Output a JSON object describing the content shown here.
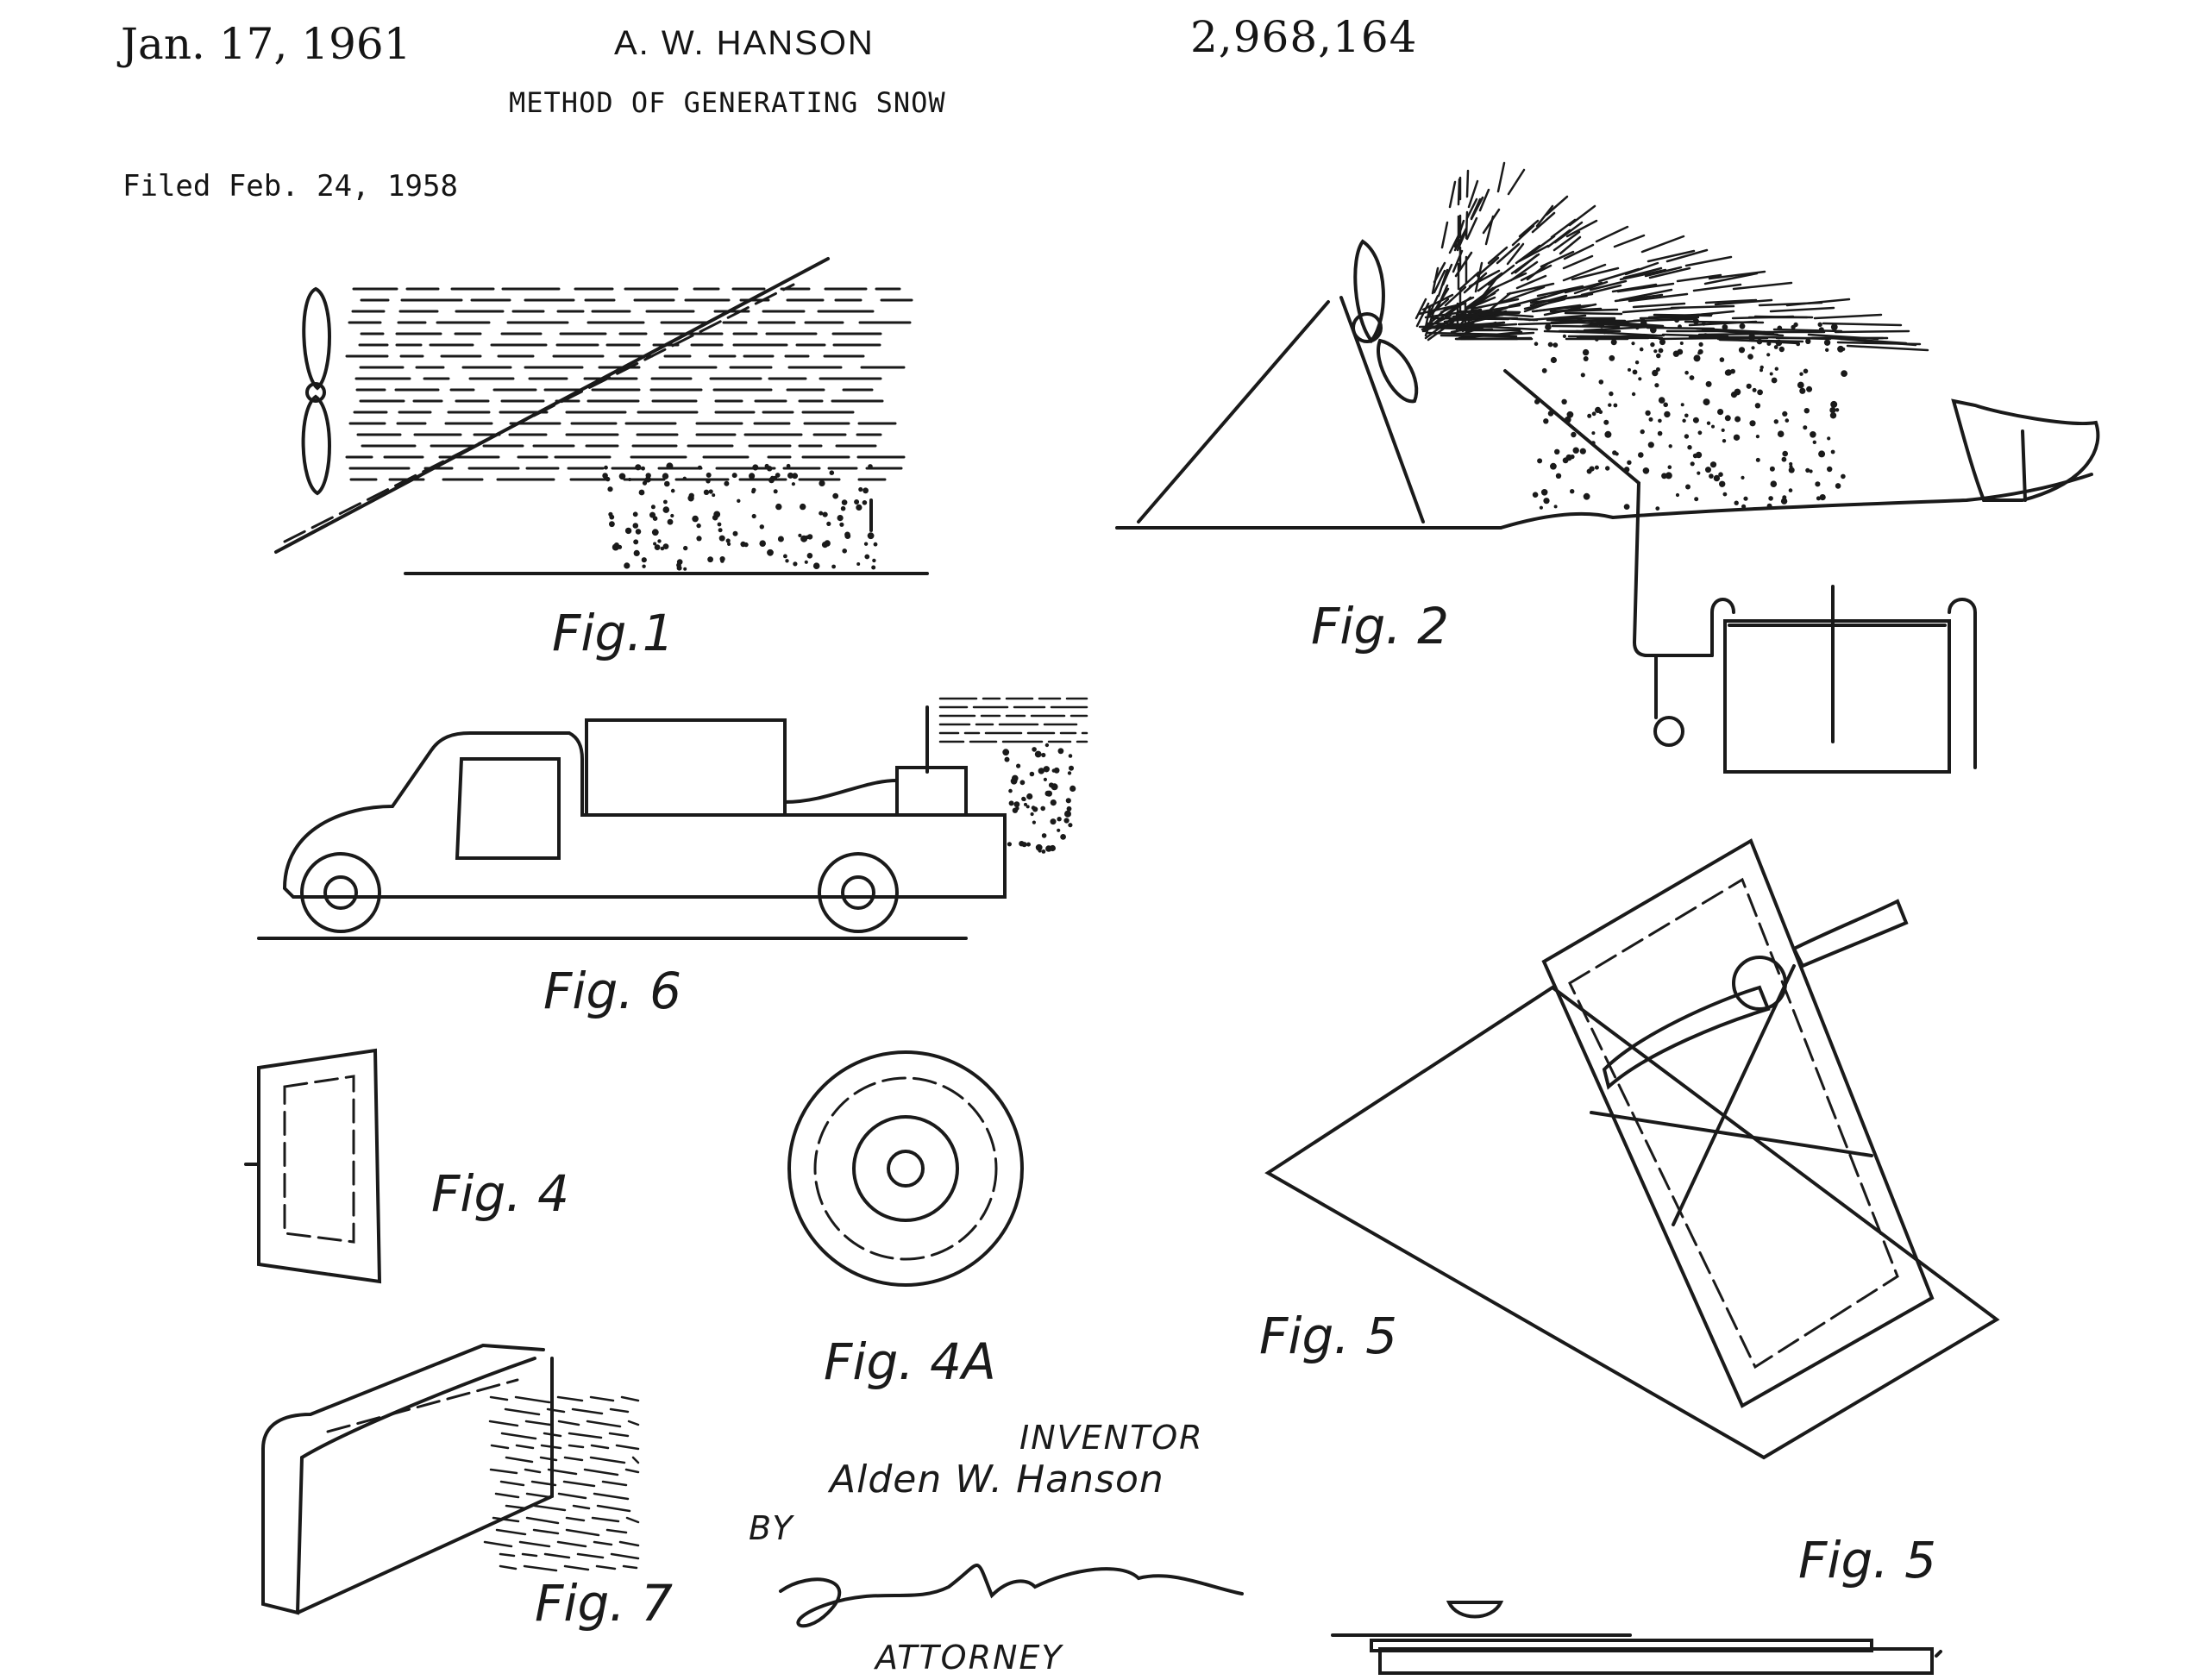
{
  "header": {
    "date": "Jan. 17, 1961",
    "inventor": "A. W. HANSON",
    "patent_number": "2,968,164",
    "title": "METHOD OF GENERATING SNOW",
    "filed": "Filed Feb. 24, 1958"
  },
  "figures": {
    "fig1": "Fig.1",
    "fig2": "Fig. 2",
    "fig6": "Fig. 6",
    "fig4": "Fig. 4",
    "fig4a": "Fig. 4A",
    "fig5a": "Fig. 5",
    "fig7": "Fig. 7",
    "fig5b": "Fig. 5"
  },
  "signature": {
    "inventor_label": "INVENTOR",
    "inventor_name": "Alden W. Hanson",
    "by_label": "BY",
    "attorney_label": "ATTORNEY"
  },
  "colors": {
    "ink": "#1a1a1a",
    "paper": "#ffffff"
  }
}
